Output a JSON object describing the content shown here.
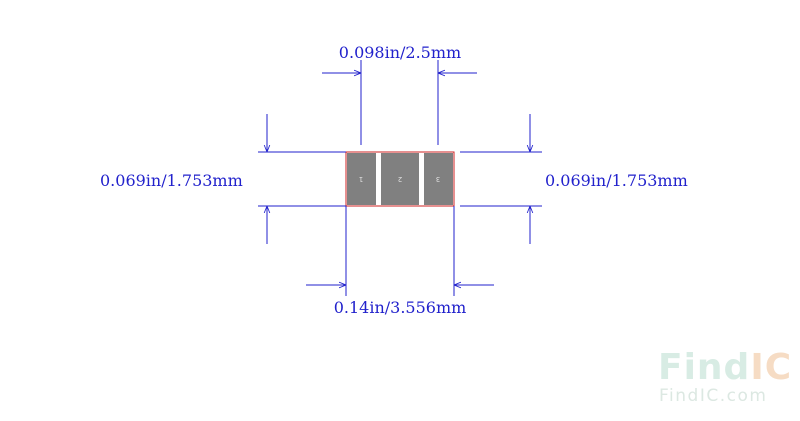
{
  "dimensions": {
    "pad_pitch": "0.098in/2.5mm",
    "height_left": "0.069in/1.753mm",
    "height_right": "0.069in/1.753mm",
    "body_width": "0.14in/3.556mm"
  },
  "pads": [
    {
      "label": "1"
    },
    {
      "label": "2"
    },
    {
      "label": "3"
    }
  ],
  "watermark": {
    "logo_find": "Find",
    "logo_ic": "IC",
    "url": "FindIC.com"
  },
  "colors": {
    "dimension": "#2222cc",
    "outline": "#cc2222",
    "pad_fill": "#808080",
    "logo_find": "#d8ece4",
    "logo_ic": "#f6dcc4",
    "logo_url": "#dce8e2"
  }
}
